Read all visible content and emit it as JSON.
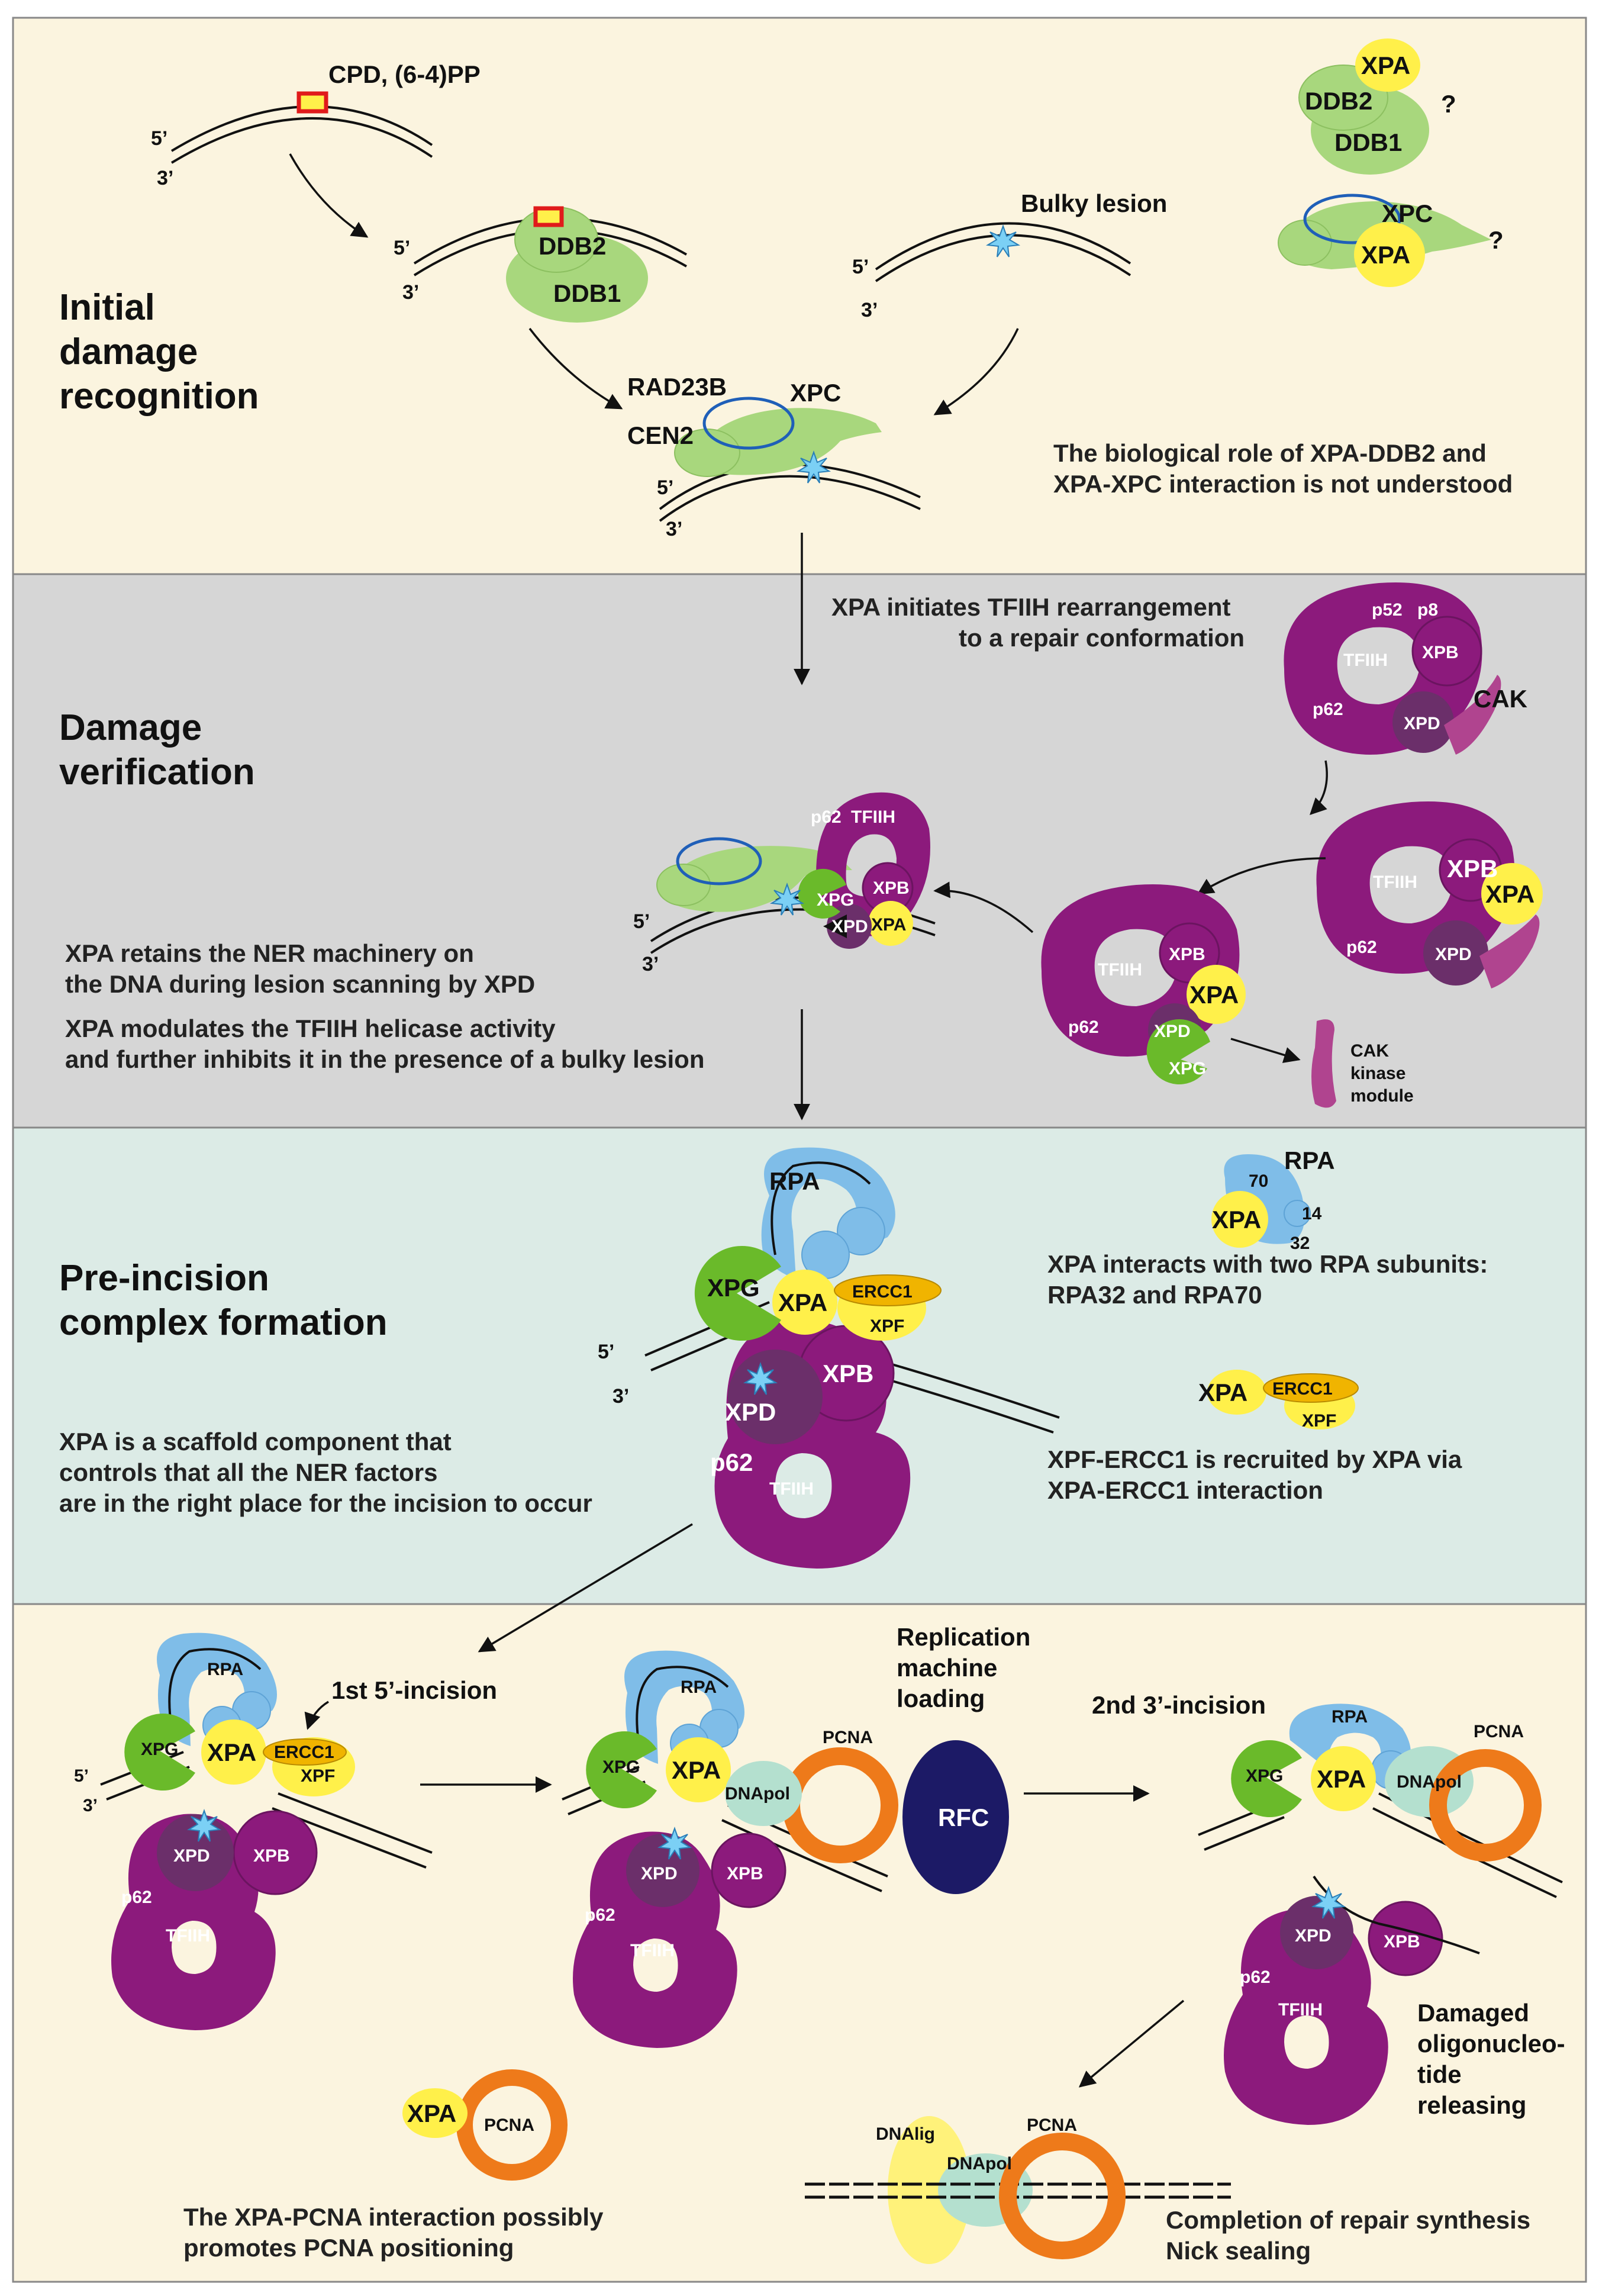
{
  "colors": {
    "recognition_bg": "#fbf4df",
    "verification_bg": "#d6d6d6",
    "preincision_bg": "#dcebe6",
    "incision_bg": "#fbf4df",
    "tfiih": "#8c1a7c",
    "xpd": "#6b2f6a",
    "xpa": "#fff04a",
    "xpg": "#6aba2a",
    "rpa": "#7fbde8",
    "ddb": "#a8d77d",
    "xpc": "#a8d77d",
    "cak": "#b0448f",
    "ercc1": "#f0b400",
    "pcna": "#ee7a1a",
    "rfc": "#1c1a66",
    "dnapol": "#b4e0cf",
    "dnalig": "#fff27a",
    "lesion": "#7bd0f5",
    "cpd_box": "#e01b1b"
  },
  "sections": {
    "recognition": {
      "title_lines": [
        "Initial",
        "damage",
        "recognition"
      ],
      "desc_lines": [
        "The biological role of XPA-DDB2 and",
        "XPA-XPC interaction is not understood"
      ]
    },
    "verification": {
      "title_lines": [
        "Damage",
        "verification"
      ],
      "desc_top_lines": [
        "XPA initiates TFIIH rearrangement",
        "to a repair conformation"
      ],
      "desc_left1_lines": [
        "XPA retains the NER machinery on",
        "the DNA during lesion scanning by XPD"
      ],
      "desc_left2_lines": [
        "XPA modulates the TFIIH helicase activity",
        "and further inhibits it in the presence of a bulky lesion"
      ]
    },
    "preincision": {
      "title_lines": [
        "Pre-incision",
        "complex formation"
      ],
      "desc_rpa_lines": [
        "XPA interacts with two RPA subunits:",
        "RPA32 and RPA70"
      ],
      "desc_xpf_lines": [
        "XPF-ERCC1 is recruited by XPA via",
        "XPA-ERCC1 interaction"
      ],
      "desc_scaffold_lines": [
        "XPA is a scaffold component that",
        "controls that all the NER factors",
        "are in the right place for the incision to occur"
      ]
    },
    "incision": {
      "incision1": "1st 5’-incision",
      "replication_lines": [
        "Replication",
        "machine",
        "loading"
      ],
      "incision2": "2nd 3’-incision",
      "damaged_lines": [
        "Damaged",
        "oligonucleo-",
        "tide",
        "releasing"
      ],
      "pcna_desc_lines": [
        "The XPA-PCNA interaction possibly",
        "promotes PCNA positioning"
      ],
      "completion_lines": [
        "Completion of repair synthesis",
        "Nick sealing"
      ]
    }
  },
  "labels": {
    "cpd": "CPD, (6-4)PP",
    "bulky": "Bulky lesion",
    "five": "5’",
    "three": "3’",
    "ddb1": "DDB1",
    "ddb2": "DDB2",
    "xpa": "XPA",
    "xpc": "XPC",
    "rad23b": "RAD23B",
    "cen2": "CEN2",
    "question": "?",
    "tfiih": "TFIIH",
    "p62": "p62",
    "p52": "p52",
    "p8": "p8",
    "xpb": "XPB",
    "xpd": "XPD",
    "xpg": "XPG",
    "xpf": "XPF",
    "cak": "CAK",
    "cak_module_lines": [
      "CAK",
      "kinase",
      "module"
    ],
    "rpa": "RPA",
    "rpa70": "70",
    "rpa14": "14",
    "rpa32": "32",
    "ercc1": "ERCC1",
    "pcna": "PCNA",
    "rfc": "RFC",
    "dnapol": "DNApol",
    "dnalig": "DNAlig"
  }
}
